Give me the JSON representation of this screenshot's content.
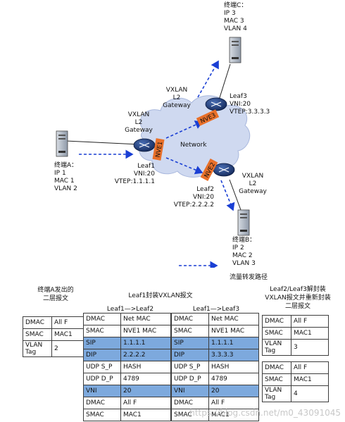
{
  "terminals": {
    "c": {
      "name": "终端C：",
      "ip": "IP 3",
      "mac": "MAC 3",
      "vlan": "VLAN 4"
    },
    "a": {
      "name": "终端A：",
      "ip": "IP 1",
      "mac": "MAC 1",
      "vlan": "VLAN 2"
    },
    "b": {
      "name": "终端B：",
      "ip": "IP 2",
      "mac": "MAC 2",
      "vlan": "VLAN 3"
    }
  },
  "gateways": {
    "top": {
      "l1": "VXLAN",
      "l2": "L2",
      "l3": "Gateway"
    },
    "left": {
      "l1": "VXLAN",
      "l2": "L2",
      "l3": "Gateway"
    },
    "right": {
      "l1": "VXLAN",
      "l2": "L2",
      "l3": "Gateway"
    }
  },
  "leaves": {
    "leaf1": {
      "name": "Leaf1",
      "vni": "VNI:20",
      "vtep": "VTEP:1.1.1.1"
    },
    "leaf2": {
      "name": "Leaf2",
      "vni": "VNI:20",
      "vtep": "VTEP:2.2.2.2"
    },
    "leaf3": {
      "name": "Leaf3",
      "vni": "VNI:20",
      "vtep": "VTEP:3.3.3.3"
    }
  },
  "nve": {
    "nve1": "NVE1",
    "nve2": "NVE2",
    "nve3": "NVE3"
  },
  "network_label": "Network",
  "legend": "流量转发路径",
  "captions": {
    "a_sent": {
      "l1": "终端A发出的",
      "l2": "二层报文"
    },
    "leaf1_encap": "Leaf1封装VXLAN报文",
    "leaf1_to_leaf2": "Leaf1—>Leaf2",
    "leaf1_to_leaf3": "Leaf1—>Leaf3",
    "decap": {
      "l1": "Leaf2/Leaf3解封装",
      "l2": "VXLAN报文并重新封装",
      "l3": "二层报文"
    }
  },
  "tables": {
    "a_frame": [
      [
        "DMAC",
        "All F"
      ],
      [
        "SMAC",
        "MAC1"
      ],
      [
        "VLAN Tag",
        "2"
      ]
    ],
    "to_leaf2": [
      [
        "DMAC",
        "Net MAC",
        false
      ],
      [
        "SMAC",
        "NVE1 MAC",
        false
      ],
      [
        "SIP",
        "1.1.1.1",
        true
      ],
      [
        "DIP",
        "2.2.2.2",
        true
      ],
      [
        "UDP S_P",
        "HASH",
        false
      ],
      [
        "UDP D_P",
        "4789",
        false
      ],
      [
        "VNI",
        "20",
        true
      ],
      [
        "DMAC",
        "All F",
        false
      ],
      [
        "SMAC",
        "MAC1",
        false
      ]
    ],
    "to_leaf3": [
      [
        "DMAC",
        "Net MAC",
        false
      ],
      [
        "SMAC",
        "NVE1 MAC",
        false
      ],
      [
        "SIP",
        "1.1.1.1",
        true
      ],
      [
        "DIP",
        "3.3.3.3",
        true
      ],
      [
        "UDP S_P",
        "HASH",
        false
      ],
      [
        "UDP D_P",
        "4789",
        false
      ],
      [
        "VNI",
        "20",
        true
      ],
      [
        "DMAC",
        "All F",
        false
      ],
      [
        "SMAC",
        "MAC1",
        false
      ]
    ],
    "out_b": [
      [
        "DMAC",
        "All F"
      ],
      [
        "SMAC",
        "MAC1"
      ],
      [
        "VLAN Tag",
        "3"
      ]
    ],
    "out_c": [
      [
        "DMAC",
        "All F"
      ],
      [
        "SMAC",
        "MAC1"
      ],
      [
        "VLAN Tag",
        "4"
      ]
    ]
  },
  "watermark": "https://blog.csdn.net/m0_43091045",
  "colors": {
    "arrow": "#1a3fd4",
    "cloud": "#cfd9f0",
    "nve": "#e8702a",
    "highlight": "#7da9dd",
    "router": "#1f3c78"
  }
}
